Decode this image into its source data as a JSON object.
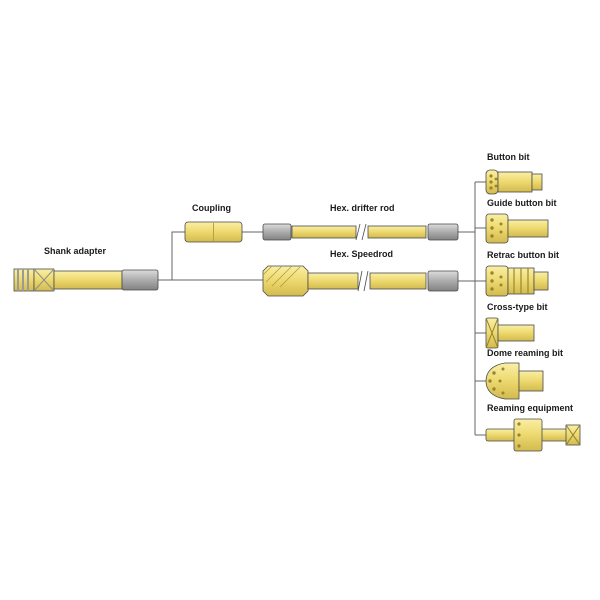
{
  "diagram_type": "drill-string-component-diagram",
  "labels": {
    "shank_adapter": "Shank adapter",
    "coupling": "Coupling",
    "hex_drifter_rod": "Hex. drifter rod",
    "hex_speedrod": "Hex. Speedrod",
    "button_bit": "Button bit",
    "guide_button_bit": "Guide button bit",
    "retrac_button_bit": "Retrac button bit",
    "cross_type_bit": "Cross-type bit",
    "dome_reaming_bit": "Dome reaming bit",
    "reaming_equipment": "Reaming equipment"
  },
  "colors": {
    "component_yellow": "#EFDB72",
    "component_gray": "#ACACAC",
    "outline": "#4A4A4A",
    "connector_line": "#666666",
    "background": "#FFFFFF"
  }
}
